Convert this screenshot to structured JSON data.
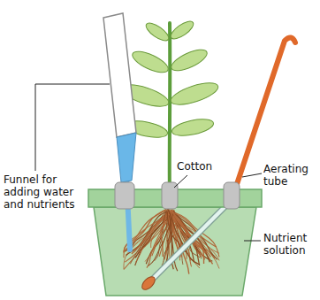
{
  "diagram": {
    "labels": [
      "Funnel for adding water and nutrients",
      "Cotton",
      "Aerating tube",
      "Nutrient solution"
    ]
  }
}
